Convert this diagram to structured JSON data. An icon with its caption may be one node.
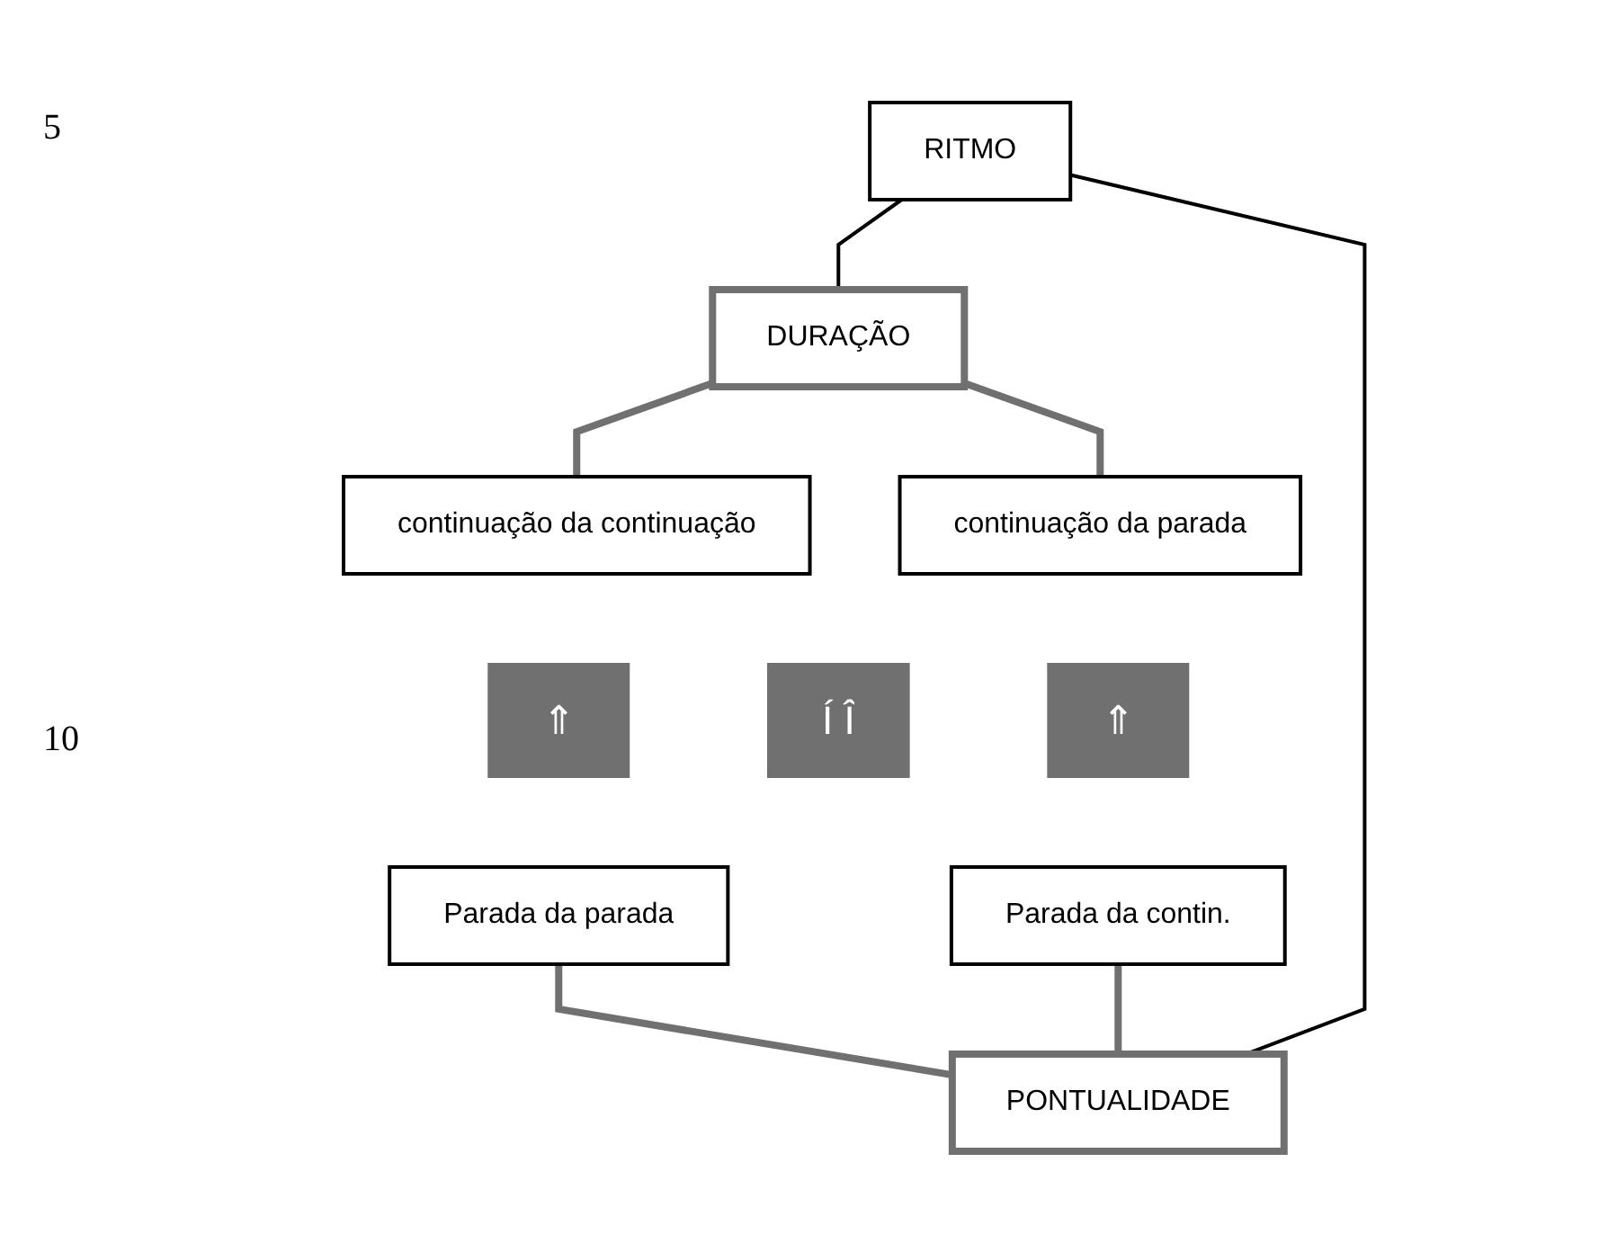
{
  "diagram": {
    "nodes": [
      {
        "text": [
          "RITMO"
        ]
      },
      {
        "text": [
          "DURAÇÃO"
        ]
      },
      {
        "text": [
          "PONTUALIDADE"
        ]
      },
      {
        "text": [
          "continuação da parada"
        ]
      },
      {
        "text": [
          "continuação da continuação"
        ]
      },
      {
        "text": [
          "⇑"
        ]
      },
      {
        "text": [
          "Í Î"
        ]
      },
      {
        "text": [
          "⇑"
        ]
      },
      {
        "text": [
          "Parada da contin."
        ]
      },
      {
        "text": [
          "Parada da parada"
        ]
      }
    ],
    "edges": [
      {
        "from": 0,
        "to": 1,
        "arrow": "none",
        "color": "#000000"
      },
      {
        "from": 0,
        "to": 2,
        "arrow": "none",
        "color": "#000000"
      },
      {
        "from": 1,
        "to": 3,
        "arrow": "none"
      },
      {
        "from": 1,
        "to": 4,
        "arrow": "none"
      },
      {
        "from": 8,
        "to": 2,
        "arrow": "none"
      },
      {
        "from": 9,
        "to": 2,
        "arrow": "none"
      }
    ],
    "labels": [
      "5",
      "10"
    ]
  }
}
